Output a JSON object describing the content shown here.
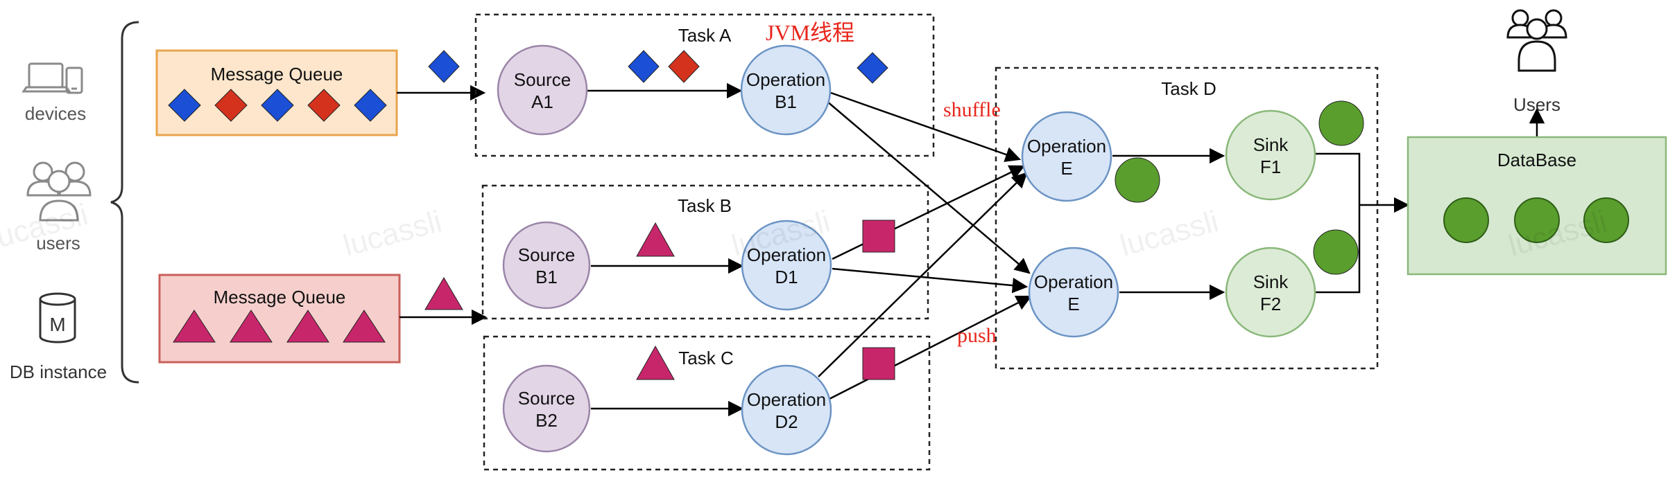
{
  "sources": {
    "devices_label": "devices",
    "users_label": "users",
    "db_label": "DB instance",
    "db_icon_letter": "M"
  },
  "queues": {
    "q1_label": "Message Queue",
    "q2_label": "Message Queue"
  },
  "tasks": {
    "a": "Task A",
    "b": "Task B",
    "c": "Task C",
    "d": "Task D"
  },
  "annotations": {
    "jvm": "JVM线程",
    "shuffle": "shuffle",
    "push": "push"
  },
  "nodes": {
    "source_a1": [
      "Source",
      "A1"
    ],
    "operation_b1": [
      "Operation",
      "B1"
    ],
    "source_b1": [
      "Source",
      "B1"
    ],
    "operation_d1": [
      "Operation",
      "D1"
    ],
    "source_b2": [
      "Source",
      "B2"
    ],
    "operation_d2": [
      "Operation",
      "D2"
    ],
    "operation_e_top": [
      "Operation",
      "E"
    ],
    "operation_e_bottom": [
      "Operation",
      "E"
    ],
    "sink_f1": [
      "Sink",
      "F1"
    ],
    "sink_f2": [
      "Sink",
      "F2"
    ]
  },
  "database": {
    "label": "DataBase"
  },
  "users_out": {
    "label": "Users"
  },
  "watermark": "lucassli",
  "colors": {
    "blue_diamond": "#1a4fd6",
    "red_diamond": "#d4321d",
    "pink_shape": "#c8266a",
    "green_dot": "#5a9e2e",
    "source_fill": "#e2d5e6",
    "operation_fill": "#d7e5f7",
    "sink_fill": "#dcebd6",
    "queue1_fill": "#fde6cc",
    "queue2_fill": "#f6cfcc",
    "db_fill": "#d6e9d0",
    "annotation_red": "#e8261c"
  }
}
